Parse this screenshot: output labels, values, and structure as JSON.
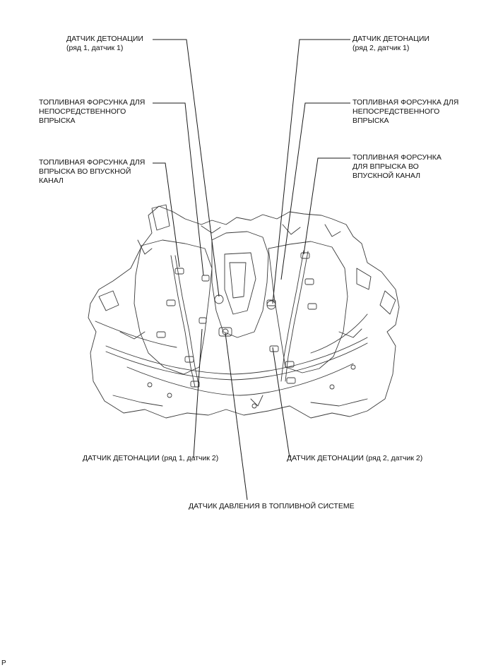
{
  "labels": {
    "knock_b1s1": [
      "ДАТЧИК ДЕТОНАЦИИ",
      "(ряд 1, датчик 1)"
    ],
    "knock_b2s1": [
      "ДАТЧИК ДЕТОНАЦИИ",
      "(ряд 2, датчик 1)"
    ],
    "direct_injector_left": [
      "ТОПЛИВНАЯ ФОРСУНКА ДЛЯ",
      "НЕПОСРЕДСТВЕННОГО",
      "ВПРЫСКА"
    ],
    "direct_injector_right": [
      "ТОПЛИВНАЯ ФОРСУНКА ДЛЯ",
      "НЕПОСРЕДСТВЕННОГО",
      "ВПРЫСКА"
    ],
    "port_injector_left": [
      "ТОПЛИВНАЯ ФОРСУНКА ДЛЯ",
      "ВПРЫСКА ВО ВПУСКНОЙ",
      "КАНАЛ"
    ],
    "port_injector_right": [
      "ТОПЛИВНАЯ ФОРСУНКА",
      "ДЛЯ ВПРЫСКА ВО",
      "ВПУСКНОЙ КАНАЛ"
    ],
    "knock_b1s2": [
      "ДАТЧИК ДЕТОНАЦИИ (ряд 1, датчик 2)"
    ],
    "knock_b2s2": [
      "ДАТЧИК ДЕТОНАЦИИ (ряд 2, датчик 2)"
    ],
    "fuel_pressure_sensor": [
      "ДАТЧИК ДАВЛЕНИЯ В ТОПЛИВНОЙ СИСТЕМЕ"
    ]
  },
  "footer": "P",
  "colors": {
    "line": "#1a1a1a",
    "engine_stroke": "#3a3a3a",
    "background": "#ffffff"
  }
}
